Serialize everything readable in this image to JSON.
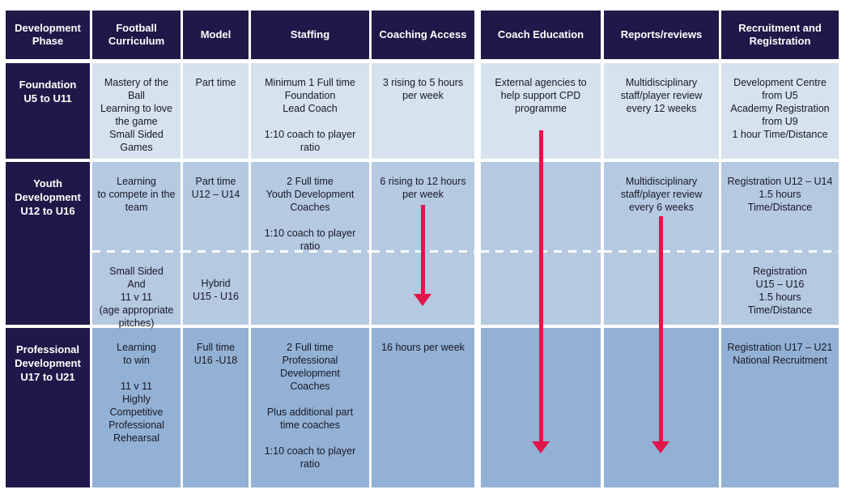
{
  "colors": {
    "header_bg": "#201848",
    "foundation_row_bg": "#d6e3ee",
    "youth_row_bg": "#b5c9e1",
    "professional_row_bg": "#92b1d4",
    "arrow": "#e0164b",
    "body_text": "#181826",
    "header_text": "#ffffff"
  },
  "header": {
    "development_phase": "Development\nPhase",
    "football_curriculum": "Football\nCurriculum",
    "model": "Model",
    "staffing": "Staffing",
    "coaching_access": "Coaching Access",
    "coach_education": "Coach Education",
    "reports_reviews": "Reports/reviews",
    "recruitment_registration": "Recruitment and\nRegistration"
  },
  "rows": {
    "foundation": {
      "phase": "Foundation\nU5 to U11",
      "curriculum": "Mastery of the\nBall\nLearning to love\nthe game\nSmall Sided\nGames",
      "model": "Part time",
      "staffing": "Minimum 1 Full time\nFoundation\nLead Coach\n\n1:10 coach to player\nratio",
      "coaching_access": "3 rising to 5 hours\nper week",
      "coach_education": "External agencies to\nhelp support CPD\nprogramme",
      "reports_reviews": "Multidisciplinary\nstaff/player review\nevery 12 weeks",
      "recruitment": "Development Centre\nfrom U5\nAcademy Registration\nfrom U9\n1 hour Time/Distance"
    },
    "youth": {
      "phase": "Youth\nDevelopment\nU12 to U16",
      "upper": {
        "curriculum": "Learning\nto compete in the\nteam",
        "model": "Part time\nU12 – U14",
        "staffing": "2 Full time\nYouth Development\nCoaches\n\n1:10 coach to player\nratio",
        "coaching_access": "6 rising to 12 hours\nper week",
        "coach_education": "",
        "reports_reviews": "Multidisciplinary\nstaff/player review\nevery 6 weeks",
        "recruitment": "Registration U12 – U14\n1.5 hours\nTime/Distance"
      },
      "lower": {
        "curriculum": "Small Sided\nAnd\n11 v 11\n(age appropriate\npitches)",
        "model": "Hybrid\nU15 - U16",
        "recruitment": "Registration\nU15 – U16\n1.5 hours\nTime/Distance"
      }
    },
    "professional": {
      "phase": "Professional\nDevelopment\nU17 to U21",
      "curriculum": "Learning\nto win\n\n11 v 11\nHighly\nCompetitive\nProfessional\nRehearsal",
      "model": "Full time\nU16 -U18",
      "staffing": "2 Full time\nProfessional\nDevelopment\nCoaches\n\nPlus additional part\ntime coaches\n\n1:10 coach to player\nratio",
      "coaching_access": "16 hours per week",
      "coach_education": "",
      "reports_reviews": "",
      "recruitment": "Registration U17 – U21\nNational Recruitment"
    }
  },
  "arrows": [
    {
      "name": "coaching-access-continuation-arrow",
      "column": "Coaching Access",
      "spans": "Youth row"
    },
    {
      "name": "coach-education-continuation-arrow",
      "column": "Coach Education",
      "spans": "Foundation to Professional"
    },
    {
      "name": "reports-reviews-continuation-arrow",
      "column": "Reports/reviews",
      "spans": "Youth to Professional"
    }
  ]
}
